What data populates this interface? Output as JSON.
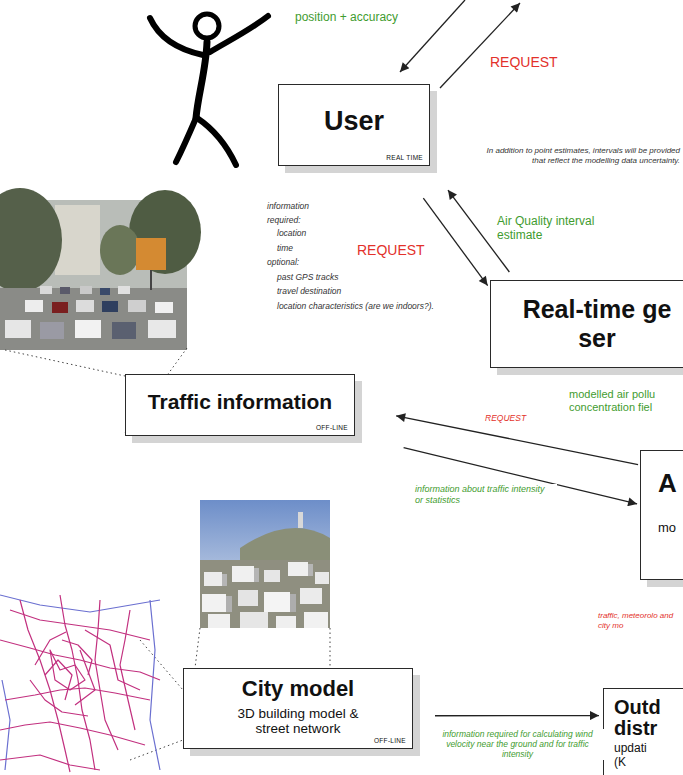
{
  "diagram": {
    "nodes": [
      {
        "text": [
          "User",
          "REAL TIME"
        ]
      },
      {
        "text": [
          "Real-time ge ser"
        ]
      },
      {
        "text": [
          "Traffic information",
          "OFF-LINE"
        ]
      },
      {
        "text": [
          "A",
          "mo"
        ]
      },
      {
        "text": [
          "City model",
          "3D building model & street network",
          "OFF-LINE"
        ]
      },
      {
        "text": [
          "Outd distr",
          "updati (K"
        ]
      }
    ],
    "edges": [
      {
        "from": 0,
        "to": 1,
        "arrow": "to",
        "label": "REQUEST"
      },
      {
        "from": 1,
        "to": 0,
        "arrow": "to",
        "label": "Air Quality interval estimate"
      },
      {
        "from": 3,
        "to": 2,
        "arrow": "to",
        "label": "REQUEST"
      },
      {
        "from": 2,
        "to": 3,
        "arrow": "to",
        "label": "information about traffic intensity or statistics"
      },
      {
        "from": 4,
        "to": 5,
        "arrow": "to",
        "label": "information required for calculating wind velocity near the ground and for traffic intensity"
      }
    ],
    "labels": [
      "position + accuracy",
      "REQUEST",
      "In addition to point estimates, intervals will be provided that reflect the modelling data uncertainty.",
      "information required:",
      "location",
      "time",
      "optional:",
      "past GPS tracks",
      "travel destination",
      "location characteristics (are we indoors?).",
      "modelled air pollu concentration fiel",
      "traffic, meteorolo and city mo"
    ]
  }
}
